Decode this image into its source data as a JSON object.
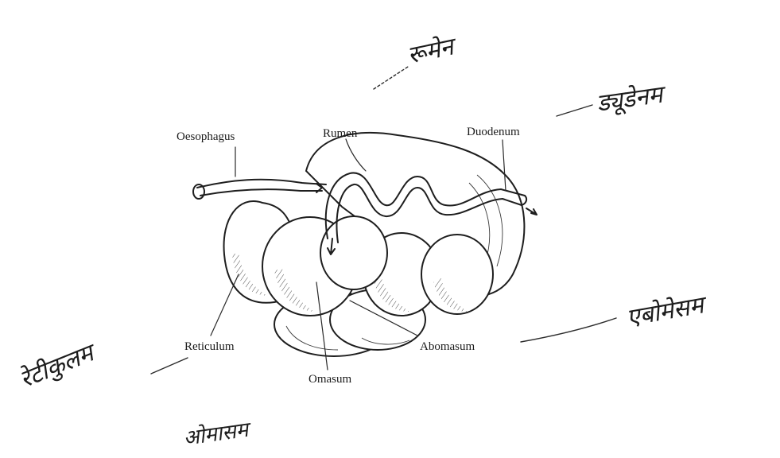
{
  "printed_labels": {
    "oesophagus": "Oesophagus",
    "rumen": "Rumen",
    "duodenum": "Duodenum",
    "reticulum": "Reticulum",
    "omasum": "Omasum",
    "abomasum": "Abomasum"
  },
  "handwritten_labels": {
    "rumen": "रूमेन",
    "duodenum": "ड्यूडेनम",
    "abomasum": "एबोमेसम",
    "reticulum": "रेटीकुलम",
    "omasum": "ओमासम"
  }
}
